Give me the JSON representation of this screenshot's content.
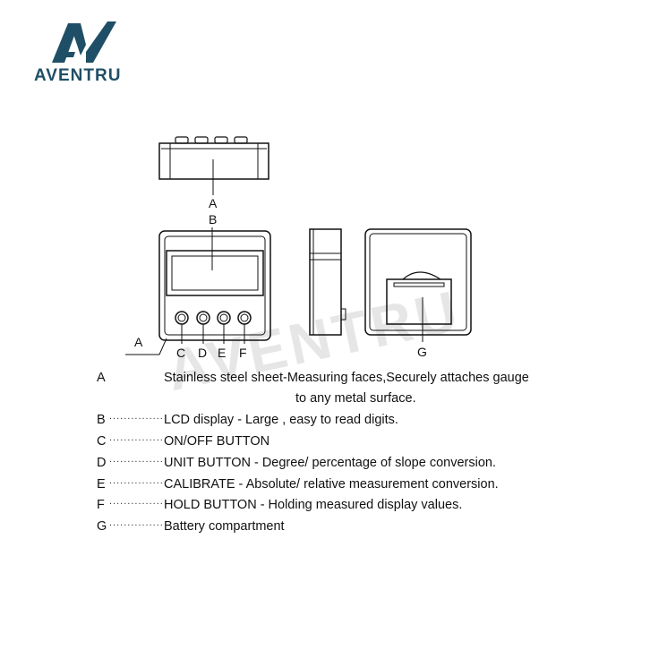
{
  "brand": {
    "name": "AVENTRU",
    "color": "#1f4f66",
    "logo_icon": "aventru-av-logo"
  },
  "watermark": "AVENTRU",
  "callouts": {
    "A_top": "A",
    "B": "B",
    "A_side": "A",
    "C": "C",
    "D": "D",
    "E": "E",
    "F": "F",
    "G": "G"
  },
  "legend": [
    {
      "letter": "A",
      "dots": "",
      "desc": "Stainless steel sheet-Measuring faces,Securely attaches gauge"
    },
    {
      "letter": "",
      "dots": "",
      "desc": "to any metal surface."
    },
    {
      "letter": "B",
      "dots": "....................",
      "desc": "LCD display - Large , easy to read digits."
    },
    {
      "letter": "C",
      "dots": "....................",
      "desc": "ON/OFF BUTTON"
    },
    {
      "letter": "D",
      "dots": "....................",
      "desc": "UNIT BUTTON - Degree/ percentage of slope conversion."
    },
    {
      "letter": "E",
      "dots": "....................",
      "desc": "CALIBRATE - Absolute/ relative measurement conversion."
    },
    {
      "letter": "F",
      "dots": "....................",
      "desc": "HOLD BUTTON - Holding measured display values."
    },
    {
      "letter": "G",
      "dots": "....................",
      "desc": "Battery compartment"
    }
  ]
}
